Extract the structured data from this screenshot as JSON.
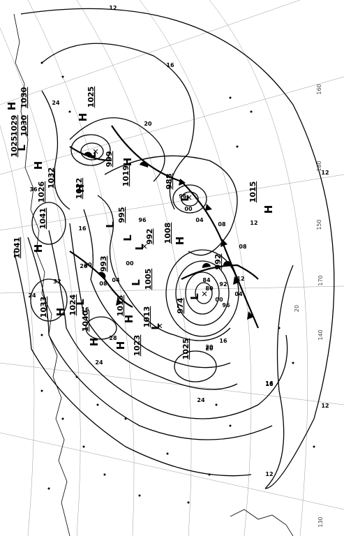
{
  "map": {
    "pressure_labels": [
      {
        "id": "p1025a",
        "text": "1025"
      },
      {
        "id": "p1029",
        "text": "1029"
      },
      {
        "id": "p1030a",
        "text": "1030"
      },
      {
        "id": "p1030b",
        "text": "1030"
      },
      {
        "id": "p1025b",
        "text": "1025"
      },
      {
        "id": "p1026",
        "text": "1026"
      },
      {
        "id": "p1032",
        "text": "1032"
      },
      {
        "id": "p1041a",
        "text": "1041"
      },
      {
        "id": "p1041b",
        "text": "1041"
      },
      {
        "id": "p1033",
        "text": "1033"
      },
      {
        "id": "p1024",
        "text": "1024"
      },
      {
        "id": "p1040",
        "text": "1040"
      },
      {
        "id": "p1022",
        "text": "1022"
      },
      {
        "id": "p1019",
        "text": "1019"
      },
      {
        "id": "p999",
        "text": "999"
      },
      {
        "id": "p995",
        "text": "995"
      },
      {
        "id": "p993",
        "text": "993"
      },
      {
        "id": "p992a",
        "text": "992"
      },
      {
        "id": "p1008",
        "text": "1008"
      },
      {
        "id": "p988",
        "text": "988"
      },
      {
        "id": "p1015",
        "text": "1015"
      },
      {
        "id": "p992b",
        "text": "992"
      },
      {
        "id": "p974",
        "text": "974"
      },
      {
        "id": "p1005",
        "text": "1005"
      },
      {
        "id": "p1018",
        "text": "1018"
      },
      {
        "id": "p1013",
        "text": "1013"
      },
      {
        "id": "p1023",
        "text": "1023"
      },
      {
        "id": "p1025c",
        "text": "1025"
      }
    ],
    "centers": [
      {
        "id": "H1",
        "text": "H"
      },
      {
        "id": "H2",
        "text": "H"
      },
      {
        "id": "H3",
        "text": "H"
      },
      {
        "id": "H4",
        "text": "H"
      },
      {
        "id": "H5",
        "text": "H"
      },
      {
        "id": "H6",
        "text": "H"
      },
      {
        "id": "H7",
        "text": "H"
      },
      {
        "id": "H8",
        "text": "H"
      },
      {
        "id": "H9",
        "text": "H"
      },
      {
        "id": "H10",
        "text": "H"
      },
      {
        "id": "H11",
        "text": "H"
      },
      {
        "id": "H12",
        "text": "H"
      },
      {
        "id": "L1",
        "text": "L"
      },
      {
        "id": "L2",
        "text": "L"
      },
      {
        "id": "L3",
        "text": "L"
      },
      {
        "id": "L4",
        "text": "L"
      },
      {
        "id": "L5",
        "text": "L"
      },
      {
        "id": "L6",
        "text": "L"
      },
      {
        "id": "L7",
        "text": "L"
      },
      {
        "id": "L8",
        "text": "L"
      },
      {
        "id": "L9",
        "text": "L"
      },
      {
        "id": "L10",
        "text": "L"
      }
    ],
    "isobar_labels": [
      {
        "id": "i12a",
        "text": "12"
      },
      {
        "id": "i16a",
        "text": "16"
      },
      {
        "id": "i20a",
        "text": "20"
      },
      {
        "id": "i24a",
        "text": "24"
      },
      {
        "id": "i12b",
        "text": "12"
      },
      {
        "id": "i12c",
        "text": "12"
      },
      {
        "id": "i12d",
        "text": "12"
      },
      {
        "id": "i16b",
        "text": "16"
      },
      {
        "id": "i16c",
        "text": "16"
      },
      {
        "id": "i20b",
        "text": "20"
      },
      {
        "id": "i24b",
        "text": "24"
      },
      {
        "id": "i28",
        "text": "28"
      },
      {
        "id": "i32",
        "text": "32"
      },
      {
        "id": "i36",
        "text": "36"
      },
      {
        "id": "i16d",
        "text": "16"
      },
      {
        "id": "i20c",
        "text": "20"
      },
      {
        "id": "i24c",
        "text": "24"
      },
      {
        "id": "i08a",
        "text": "08"
      },
      {
        "id": "i04a",
        "text": "04"
      },
      {
        "id": "i00a",
        "text": "00"
      },
      {
        "id": "i96a",
        "text": "96"
      },
      {
        "id": "i96b",
        "text": "96"
      },
      {
        "id": "i00b",
        "text": "00"
      },
      {
        "id": "i04b",
        "text": "04"
      },
      {
        "id": "i08b",
        "text": "08"
      },
      {
        "id": "i12e",
        "text": "12"
      },
      {
        "id": "i84",
        "text": "84"
      },
      {
        "id": "i80",
        "text": "80"
      },
      {
        "id": "i92",
        "text": "92"
      },
      {
        "id": "i96c",
        "text": "96"
      },
      {
        "id": "i00c",
        "text": "00"
      },
      {
        "id": "i04c",
        "text": "04"
      },
      {
        "id": "i08c",
        "text": "08"
      },
      {
        "id": "i16e",
        "text": "16"
      },
      {
        "id": "i20d",
        "text": "20"
      },
      {
        "id": "i24d",
        "text": "24"
      },
      {
        "id": "i20e",
        "text": "20"
      },
      {
        "id": "i16f",
        "text": "16"
      },
      {
        "id": "i12f",
        "text": "12"
      }
    ],
    "graticule_labels": [
      {
        "id": "g160",
        "text": "160"
      },
      {
        "id": "g170",
        "text": "170"
      },
      {
        "id": "g180",
        "text": "180"
      },
      {
        "id": "g150",
        "text": "150"
      },
      {
        "id": "g140",
        "text": "140"
      },
      {
        "id": "g130",
        "text": "130"
      },
      {
        "id": "g20",
        "text": "20"
      }
    ]
  }
}
